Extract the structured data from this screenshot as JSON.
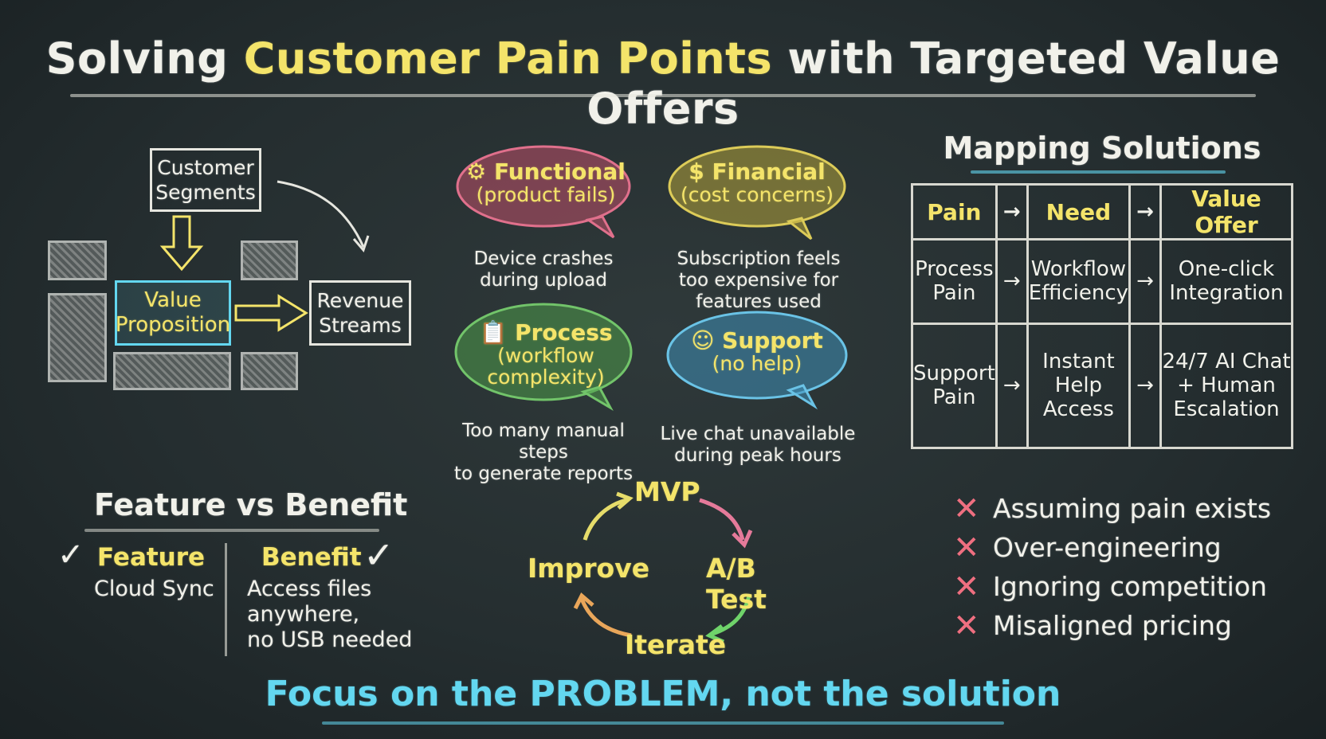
{
  "title": {
    "part1": "Solving ",
    "highlight": "Customer Pain Points",
    "part2": " with Targeted Value Offers"
  },
  "canvas": {
    "segments": "Customer\nSegments",
    "value_prop": "Value\nProposition",
    "revenue": "Revenue\nStreams"
  },
  "pain_types": [
    {
      "icon": "gear-icon",
      "title": "Functional",
      "subtitle": "(product fails)",
      "desc": "Device crashes\nduring upload",
      "color": "#c0506a"
    },
    {
      "icon": "dollar-icon",
      "title": "$ Financial",
      "subtitle": "(cost concerns)",
      "desc": "Subscription feels\ntoo expensive for\nfeatures used",
      "color": "#b3a23a"
    },
    {
      "icon": "clipboard-icon",
      "title": "Process",
      "subtitle": "(workflow\ncomplexity)",
      "desc": "Too many manual steps\nto generate reports",
      "color": "#4f9a4a"
    },
    {
      "icon": "chat-face-icon",
      "title": "Support",
      "subtitle": "(no help)",
      "desc": "Live chat unavailable\nduring peak hours",
      "color": "#3f8fb8"
    }
  ],
  "mapping": {
    "heading": "Mapping Solutions",
    "headers": [
      "Pain",
      "Need",
      "Value Offer"
    ],
    "rows": [
      [
        "Process\nPain",
        "Workflow\nEfficiency",
        "One-click\nIntegration"
      ],
      [
        "Support\nPain",
        "Instant\nHelp\nAccess",
        "24/7 AI Chat\n+ Human\nEscalation"
      ]
    ],
    "arrow": "→"
  },
  "feature_benefit": {
    "heading": "Feature vs Benefit",
    "feature_label": "Feature",
    "feature_text": "Cloud Sync",
    "benefit_label": "Benefit",
    "benefit_text": "Access files\nanywhere,\nno USB needed",
    "check": "✓"
  },
  "cycle": {
    "steps": [
      "MVP",
      "A/B Test",
      "Iterate",
      "Improve"
    ],
    "colors": [
      "#e57a9a",
      "#6fd36a",
      "#e9a65a",
      "#e6dc6a"
    ]
  },
  "mistakes": {
    "mark": "✕",
    "items": [
      "Assuming pain exists",
      "Over-engineering",
      "Ignoring competition",
      "Misaligned pricing"
    ]
  },
  "footer": {
    "text_before": "Focus on the ",
    "text_mid": "PROBLEM",
    "text_after": ", not the solution"
  }
}
